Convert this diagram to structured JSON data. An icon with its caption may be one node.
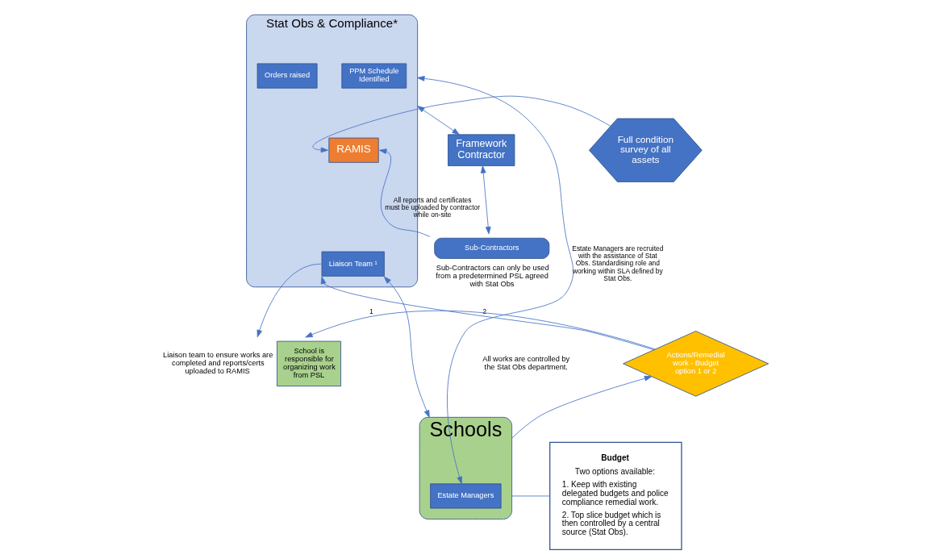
{
  "diagram": {
    "nodes": [
      {
        "text": [
          "Stat Obs & Compliance*"
        ]
      },
      {
        "text": [
          "PPM Schedule Identified"
        ],
        "in": 0
      },
      {
        "text": [
          "Orders raised"
        ],
        "in": 0
      },
      {
        "text": [
          "RAMIS"
        ],
        "in": 0
      },
      {
        "text": [
          "Liaison Team ¹"
        ],
        "in": 0
      },
      {
        "text": [
          "Framework Contractor"
        ]
      },
      {
        "text": [
          "Sub-Contractors"
        ],
        "beside": [
          "Sub-Contractors can only be used from a predetermined PSL agreed with Stat Obs"
        ]
      },
      {
        "text": [
          "Full condition survey of all assets"
        ]
      },
      {
        "text": [
          "School is responsible for organizing work from PSL"
        ],
        "beside": [
          "Liaison team to ensure works are completed and reports/certs uploaded to RAMIS"
        ]
      },
      {
        "text": [
          "Actions/Remedial work - Budget option 1 or 2"
        ]
      },
      {
        "text": [
          "Schools"
        ]
      },
      {
        "text": [
          "Estate Managers"
        ],
        "in": 10
      },
      {
        "text": [
          "Budget",
          "Two options available:",
          "1. Keep with existing delegated budgets and police compliance remedial work.",
          "2. Top slice budget which is then controlled by a central source (Stat Obs)."
        ]
      }
    ],
    "edges": [
      {
        "from": 0,
        "to": 5,
        "arrow": "both"
      },
      {
        "from": 7,
        "to": 3,
        "arrow": "to"
      },
      {
        "from": 6,
        "to": 3,
        "arrow": "to",
        "label": "All reports and certificates must be uploaded by contractor while on-site"
      },
      {
        "from": 5,
        "to": 6,
        "arrow": "both"
      },
      {
        "from": 4,
        "to": 8,
        "arrow": "to"
      },
      {
        "from": 9,
        "to": 8,
        "arrow": "to",
        "label": "1"
      },
      {
        "from": 9,
        "to": 4,
        "arrow": "to",
        "label": "2"
      },
      {
        "from": 4,
        "to": 10,
        "arrow": "both"
      },
      {
        "from": 11,
        "to": 0,
        "arrow": "both",
        "label": "Estate Managers are recruited with the assistance of Stat Obs. Standardising role and working within SLA defined by Stat Obs."
      },
      {
        "from": 10,
        "to": 9,
        "arrow": "to"
      },
      {
        "from": 10,
        "to": 12,
        "arrow": "none"
      }
    ],
    "labels": [
      "All works are controlled by the Stat Obs department."
    ]
  }
}
